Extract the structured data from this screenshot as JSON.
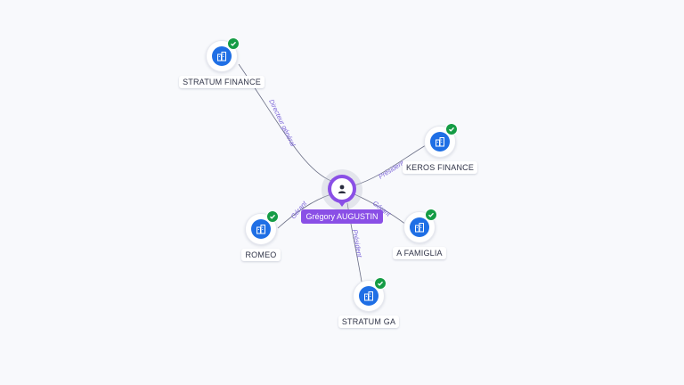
{
  "graph": {
    "person": {
      "name": "Grégory AUGUSTIN",
      "icon": "person-icon"
    },
    "companies": [
      {
        "id": "stratum-finance",
        "name": "STRATUM FINANCE",
        "icon": "building-icon",
        "verified": true
      },
      {
        "id": "keros-finance",
        "name": "KEROS FINANCE",
        "icon": "building-icon",
        "verified": true
      },
      {
        "id": "romeo",
        "name": "ROMEO",
        "icon": "building-icon",
        "verified": true
      },
      {
        "id": "a-famiglia",
        "name": "A FAMIGLIA",
        "icon": "building-icon",
        "verified": true
      },
      {
        "id": "stratum-ga",
        "name": "STRATUM GA",
        "icon": "building-icon",
        "verified": true
      }
    ],
    "relations": [
      {
        "to": "stratum-finance",
        "role": "Directeur général"
      },
      {
        "to": "keros-finance",
        "role": "Président"
      },
      {
        "to": "romeo",
        "role": "Gérant"
      },
      {
        "to": "a-famiglia",
        "role": "Gérant"
      },
      {
        "to": "stratum-ga",
        "role": "Président"
      }
    ],
    "colors": {
      "person_accent": "#8a4fe6",
      "company_accent": "#1f6fe5",
      "verified": "#159c45",
      "edge": "#6b6f86",
      "edge_label": "#7a63d8"
    }
  }
}
